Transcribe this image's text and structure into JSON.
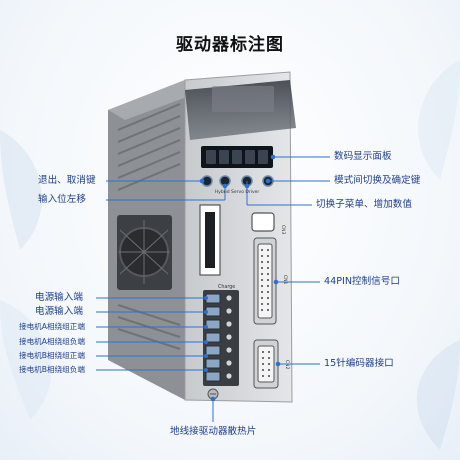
{
  "title": "驱动器标注图",
  "device": {
    "buttons_label": "Hybrid Servo Driver",
    "port_cn1": "CN1",
    "port_cn2": "CN2",
    "port_cn3": "CN3",
    "charge": "Charge"
  },
  "labels": {
    "display_panel": "数码显示面板",
    "mode_switch": "模式间切换及确定键",
    "submenu_increase": "切换子菜单、增加数值",
    "cn_44pin": "44PIN控制信号口",
    "encoder": "15针编码器接口",
    "exit_cancel": "退出、取消键",
    "shift_left": "输入位左移",
    "power_in_1": "电源输入端",
    "power_in_2": "电源输入端",
    "motor_a_pos": "接电机A相绕组正端",
    "motor_a_neg": "接电机A相绕组负端",
    "motor_b_pos": "接电机B相绕组正端",
    "motor_b_neg": "接电机B相绕组负端",
    "ground": "地线接驱动器散热片"
  },
  "colors": {
    "label": "#1f3f8f",
    "leader": "#2f6fd0",
    "housing": "#cfd2d6",
    "heatsink": "#8d9095",
    "cover": "#5b5f66",
    "display": "#0e141b",
    "terminal_green": "#2e7d4f"
  }
}
